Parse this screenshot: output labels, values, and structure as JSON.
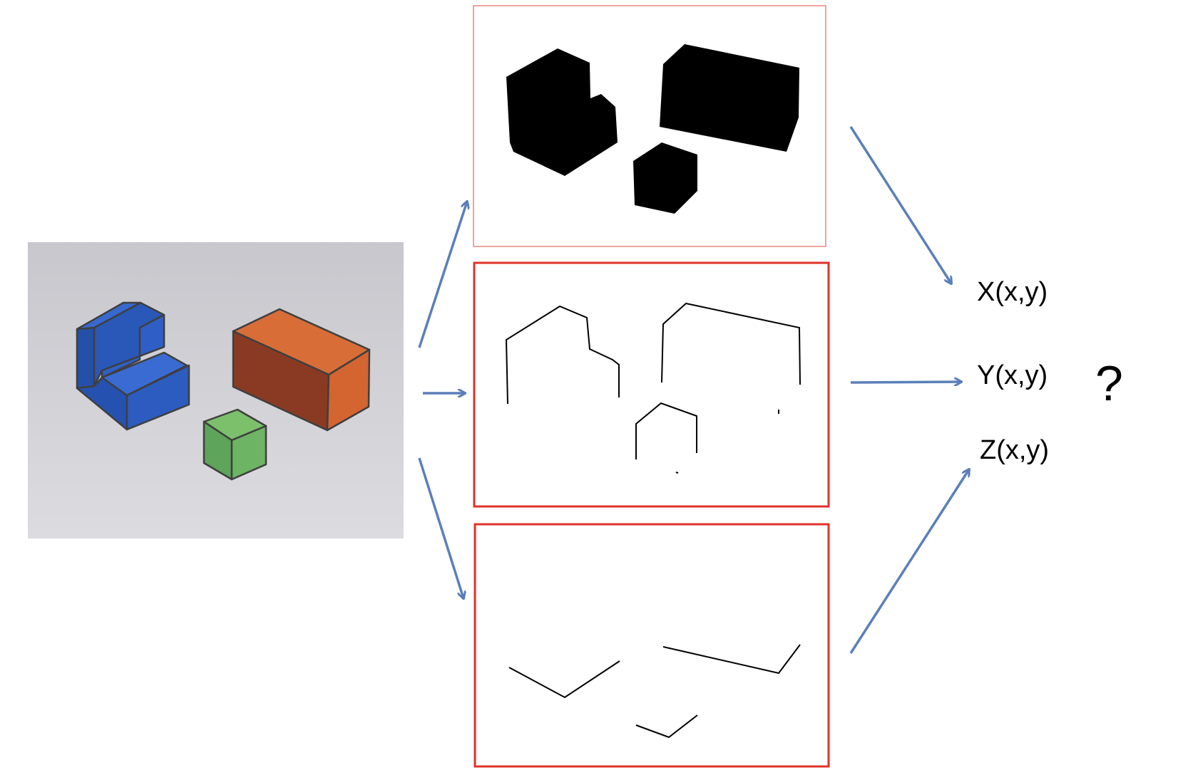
{
  "outputs": {
    "x_label": "X(x,y)",
    "y_label": "Y(x,y)",
    "z_label": "Z(x,y)"
  },
  "question_mark": "?",
  "colors": {
    "arrow": "#5b7fb8",
    "panel_border": "#e0322a",
    "block_blue": "#2d5fc4",
    "block_orange": "#d6642d",
    "block_green": "#6fb75e",
    "photo_background": "#cfcfd4"
  },
  "panels": [
    "segmentation-mask",
    "vertical-edges",
    "bottom-edges"
  ]
}
